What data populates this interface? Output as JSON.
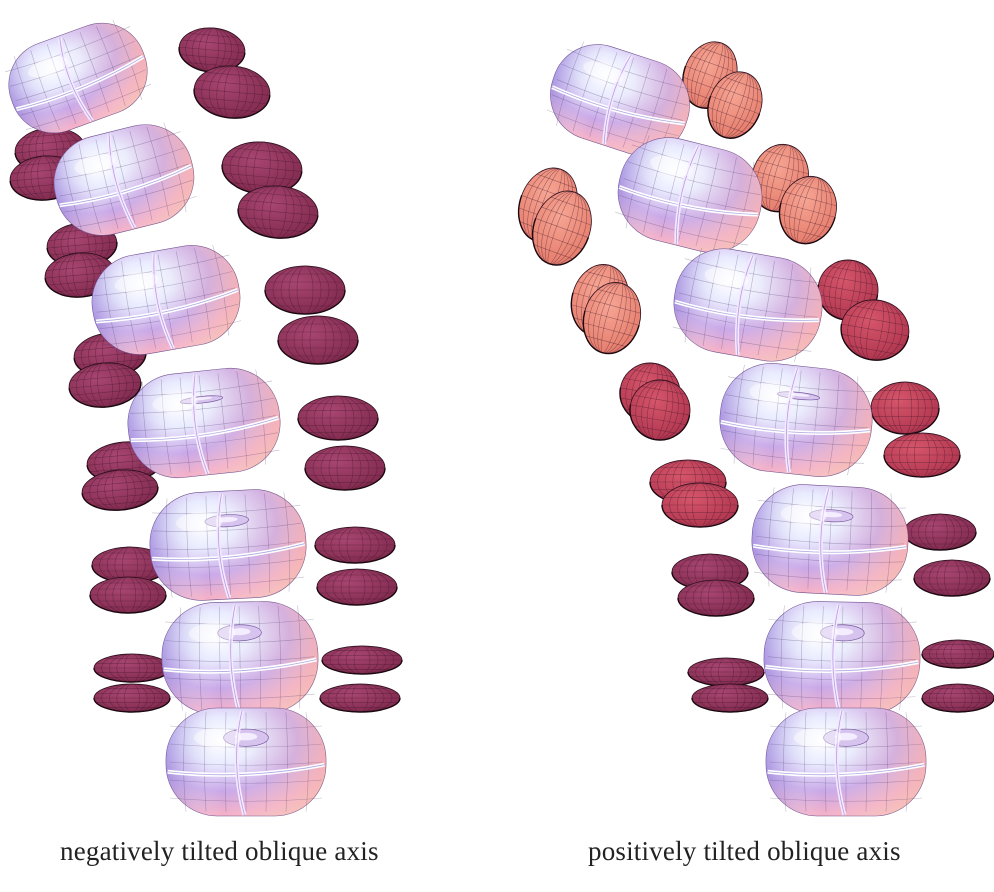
{
  "figure": {
    "panels": [
      {
        "caption": "negatively tilted oblique axis",
        "tilt": "negative"
      },
      {
        "caption": "positively tilted oblique axis",
        "tilt": "positive"
      }
    ],
    "colors": {
      "torus_light": "#e9ecff",
      "torus_mid": "#c9a8e8",
      "torus_pink": "#f3b0c8",
      "torus_peach": "#f6c3b8",
      "torus_shadow": "#8f7fd8",
      "lobe_dark": "#8a2f57",
      "lobe_warm": "#f08a7a",
      "lobe_red": "#c8455c"
    }
  }
}
